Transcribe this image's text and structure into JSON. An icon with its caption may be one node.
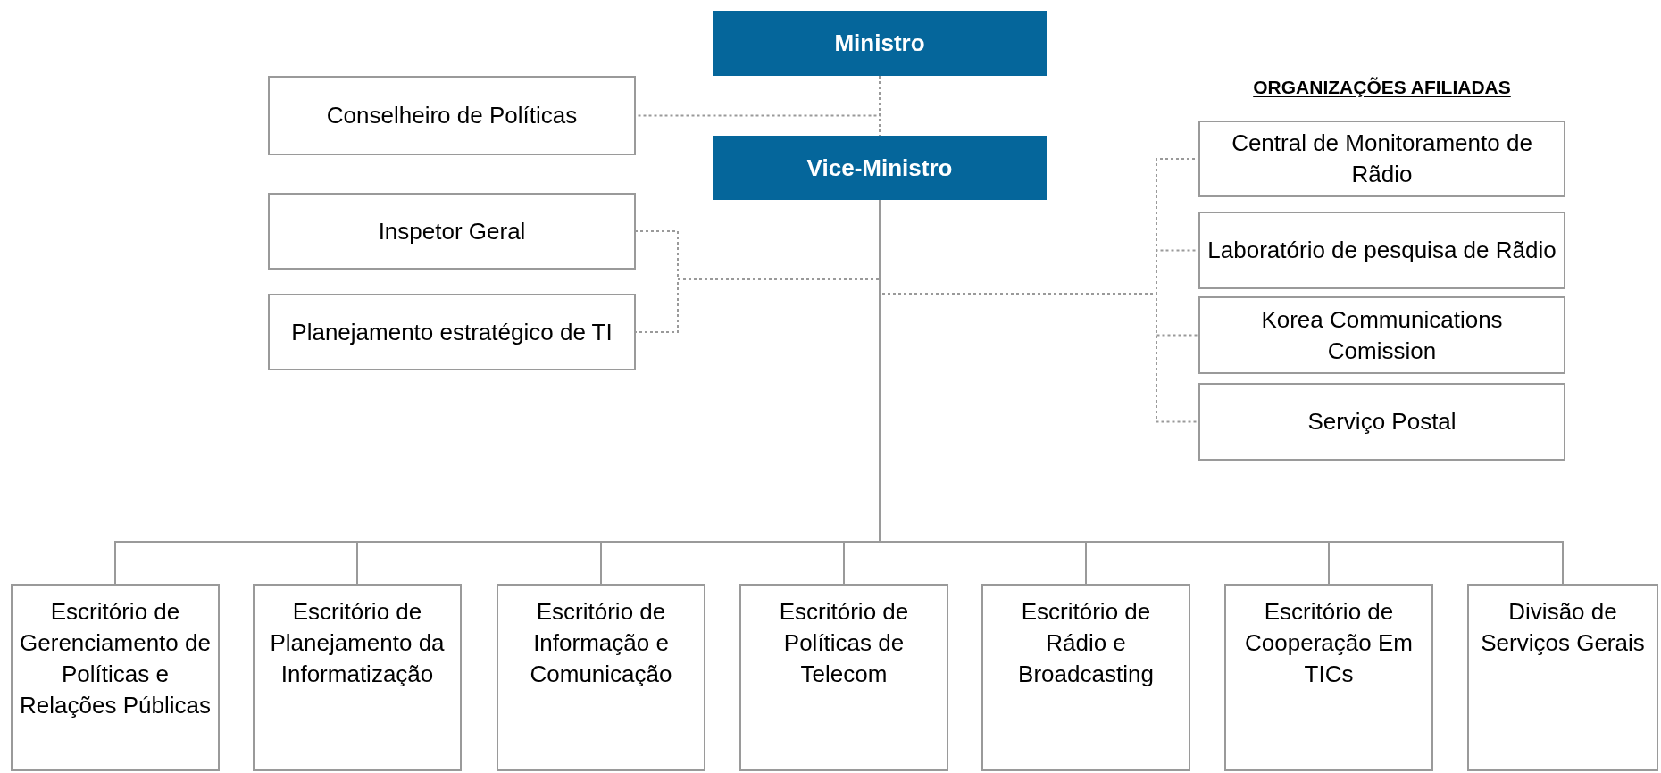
{
  "diagram": {
    "nodes": [
      {
        "text": [
          "Ministro"
        ]
      },
      {
        "text": [
          "Conselheiro de Políticas"
        ]
      },
      {
        "text": [
          "Vice-Ministro"
        ]
      },
      {
        "text": [
          "Inspetor Geral"
        ]
      },
      {
        "text": [
          "Planejamento estratégico de TI"
        ]
      },
      {
        "text": [
          "Central de Monitoramento de Rãdio"
        ]
      },
      {
        "text": [
          "Laboratório de pesquisa de Rãdio"
        ]
      },
      {
        "text": [
          "Korea Communications Comission"
        ]
      },
      {
        "text": [
          "Serviço Postal"
        ]
      },
      {
        "text": [
          "Escritório de Gerenciamento de Políticas e Relações Públicas"
        ]
      },
      {
        "text": [
          "Escritório de Planejamento da Informatização"
        ]
      },
      {
        "text": [
          "Escritório de Informação e Comunicação"
        ]
      },
      {
        "text": [
          "Escritório de Políticas de Telecom"
        ]
      },
      {
        "text": [
          "Escritório de Rádio e Broadcasting"
        ]
      },
      {
        "text": [
          "Escritório de Cooperação Em TICs"
        ]
      },
      {
        "text": [
          "Divisão de Serviços Gerais"
        ]
      }
    ],
    "edges": [
      {
        "from": 0,
        "to": 2,
        "arrow": "none",
        "style": "dashed"
      },
      {
        "from": 0,
        "to": 1,
        "arrow": "none",
        "style": "dashed"
      },
      {
        "from": 2,
        "to": 3,
        "arrow": "none",
        "style": "dashed"
      },
      {
        "from": 2,
        "to": 4,
        "arrow": "none",
        "style": "dashed"
      },
      {
        "from": 2,
        "to": 5,
        "arrow": "none",
        "style": "dashed"
      },
      {
        "from": 2,
        "to": 6,
        "arrow": "none",
        "style": "dashed"
      },
      {
        "from": 2,
        "to": 7,
        "arrow": "none",
        "style": "dashed"
      },
      {
        "from": 2,
        "to": 8,
        "arrow": "none",
        "style": "dashed"
      },
      {
        "from": 2,
        "to": 9,
        "arrow": "none"
      },
      {
        "from": 2,
        "to": 10,
        "arrow": "none"
      },
      {
        "from": 2,
        "to": 11,
        "arrow": "none"
      },
      {
        "from": 2,
        "to": 12,
        "arrow": "none"
      },
      {
        "from": 2,
        "to": 13,
        "arrow": "none"
      },
      {
        "from": 2,
        "to": 14,
        "arrow": "none"
      },
      {
        "from": 2,
        "to": 15,
        "arrow": "none"
      }
    ],
    "labels": [
      "ORGANIZAÇÕES AFILIADAS"
    ]
  }
}
